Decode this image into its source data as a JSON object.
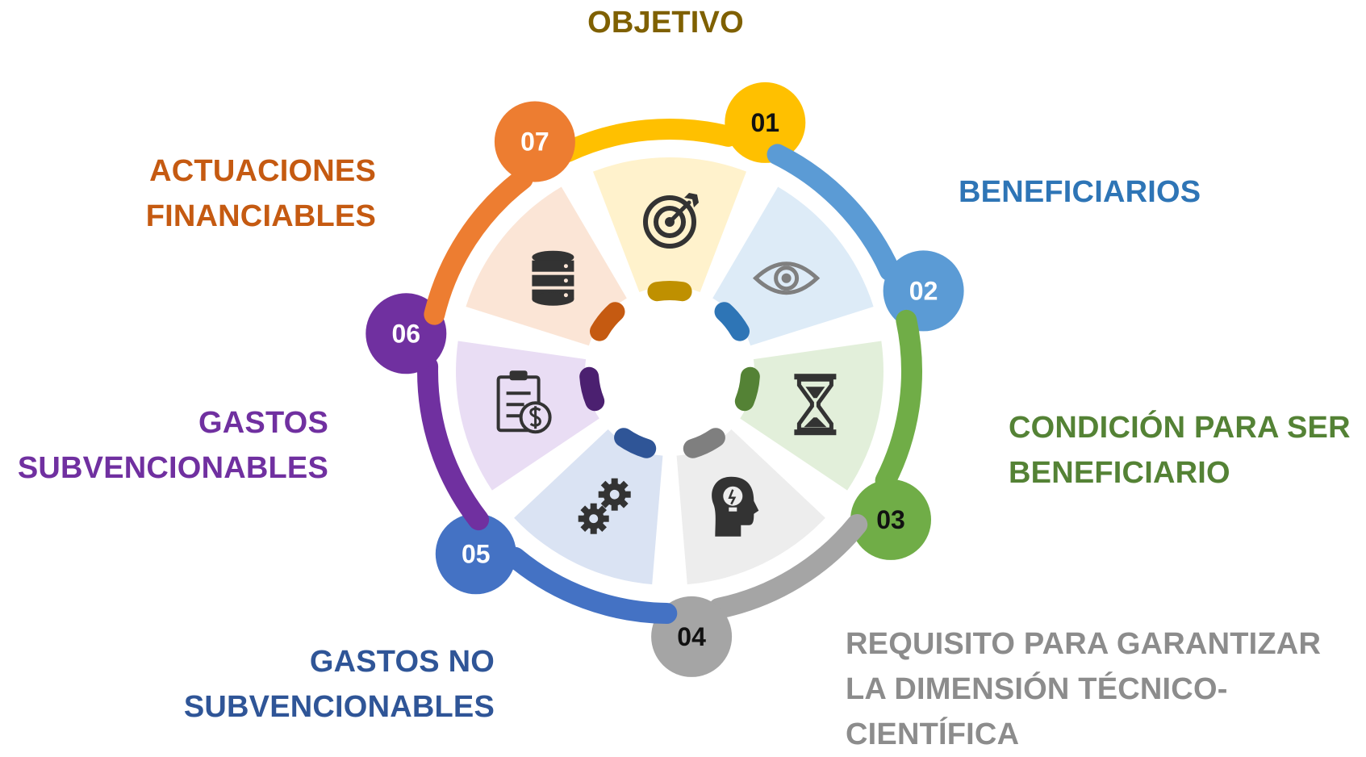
{
  "title": "",
  "colors": {
    "s01": {
      "main": "#FFC000",
      "light": "#FFF2CC",
      "dark": "#BF9000",
      "text": "#7F6000"
    },
    "s02": {
      "main": "#5B9BD5",
      "light": "#DDEBF7",
      "dark": "#2E75B6",
      "text": "#2E75B6"
    },
    "s03": {
      "main": "#70AD47",
      "light": "#E2EFDA",
      "dark": "#548235",
      "text": "#548235"
    },
    "s04": {
      "main": "#A5A5A5",
      "light": "#EDEDED",
      "dark": "#7F7F7F",
      "text": "#8C8C8C"
    },
    "s05": {
      "main": "#4472C4",
      "light": "#DAE3F3",
      "dark": "#2F5597",
      "text": "#2F5597"
    },
    "s06": {
      "main": "#7030A0",
      "light": "#E9DDF4",
      "dark": "#4B2070",
      "text": "#7030A0"
    },
    "s07": {
      "main": "#ED7D31",
      "light": "#FBE5D6",
      "dark": "#C55A11",
      "text": "#C55A11"
    }
  },
  "segments": [
    {
      "number": "01",
      "label_lines": [
        "OBJETIVO"
      ],
      "icon": "target-icon"
    },
    {
      "number": "02",
      "label_lines": [
        "BENEFICIARIOS"
      ],
      "icon": "eye-icon"
    },
    {
      "number": "03",
      "label_lines": [
        "CONDICIÓN PARA SER",
        "BENEFICIARIO"
      ],
      "icon": "hourglass-icon"
    },
    {
      "number": "04",
      "label_lines": [
        "REQUISITO PARA GARANTIZAR",
        "LA DIMENSIÓN TÉCNICO-",
        "CIENTÍFICA"
      ],
      "icon": "lightbulb-head-icon"
    },
    {
      "number": "05",
      "label_lines": [
        "GASTOS NO",
        "SUBVENCIONABLES"
      ],
      "icon": "gears-icon"
    },
    {
      "number": "06",
      "label_lines": [
        "GASTOS",
        "SUBVENCIONABLES"
      ],
      "icon": "clipboard-dollar-icon"
    },
    {
      "number": "07",
      "label_lines": [
        "ACTUACIONES",
        "FINANCIABLES"
      ],
      "icon": "database-icon"
    }
  ]
}
